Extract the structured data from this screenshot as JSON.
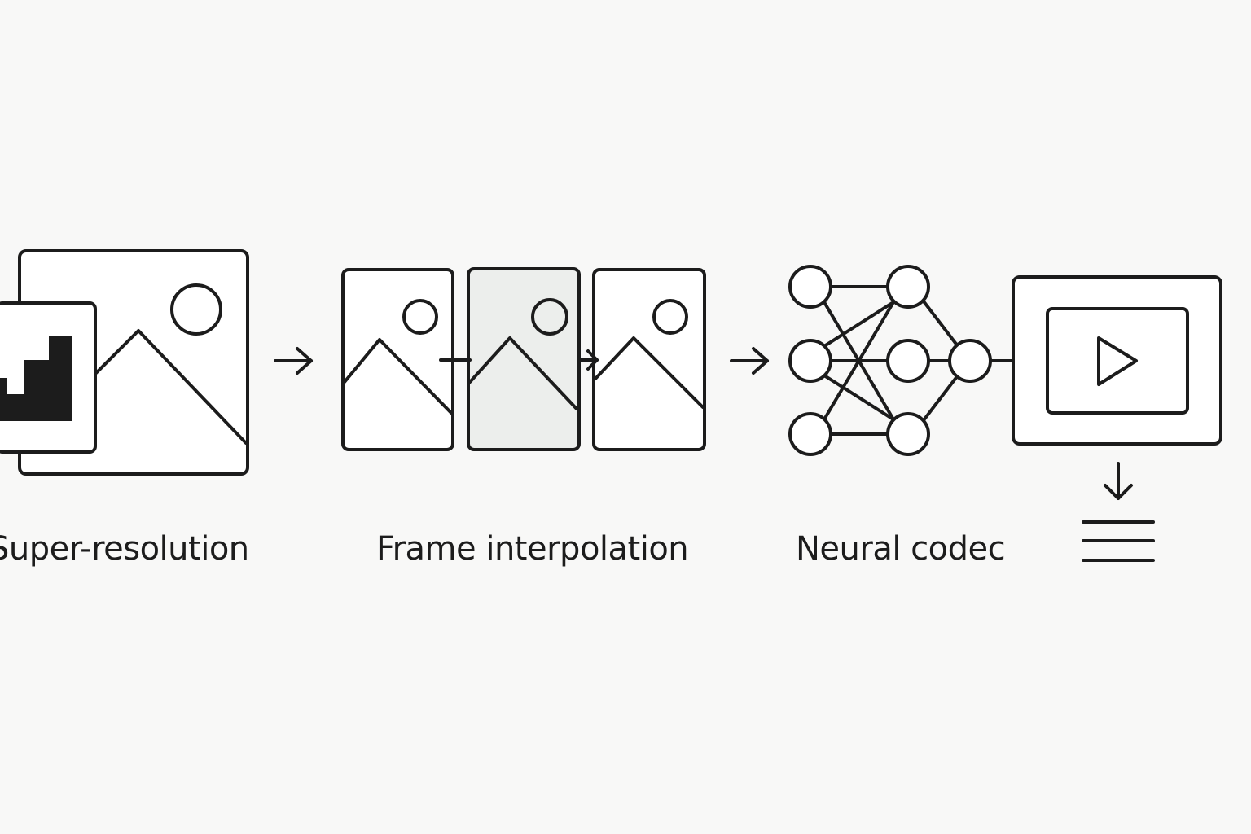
{
  "colors": {
    "background": "#f8f8f7",
    "stroke": "#1c1c1c",
    "frame_fill": "#ffffff",
    "highlight_frame_fill": "#eceeec"
  },
  "stages": [
    {
      "label": "Super-resolution",
      "icon": "image-upscale-icon"
    },
    {
      "label": "Frame interpolation",
      "icon": "frame-sequence-icon"
    },
    {
      "label": "Neural codec",
      "icon": "neural-network-icon"
    },
    {
      "label": "",
      "icon": "video-output-icon"
    }
  ]
}
